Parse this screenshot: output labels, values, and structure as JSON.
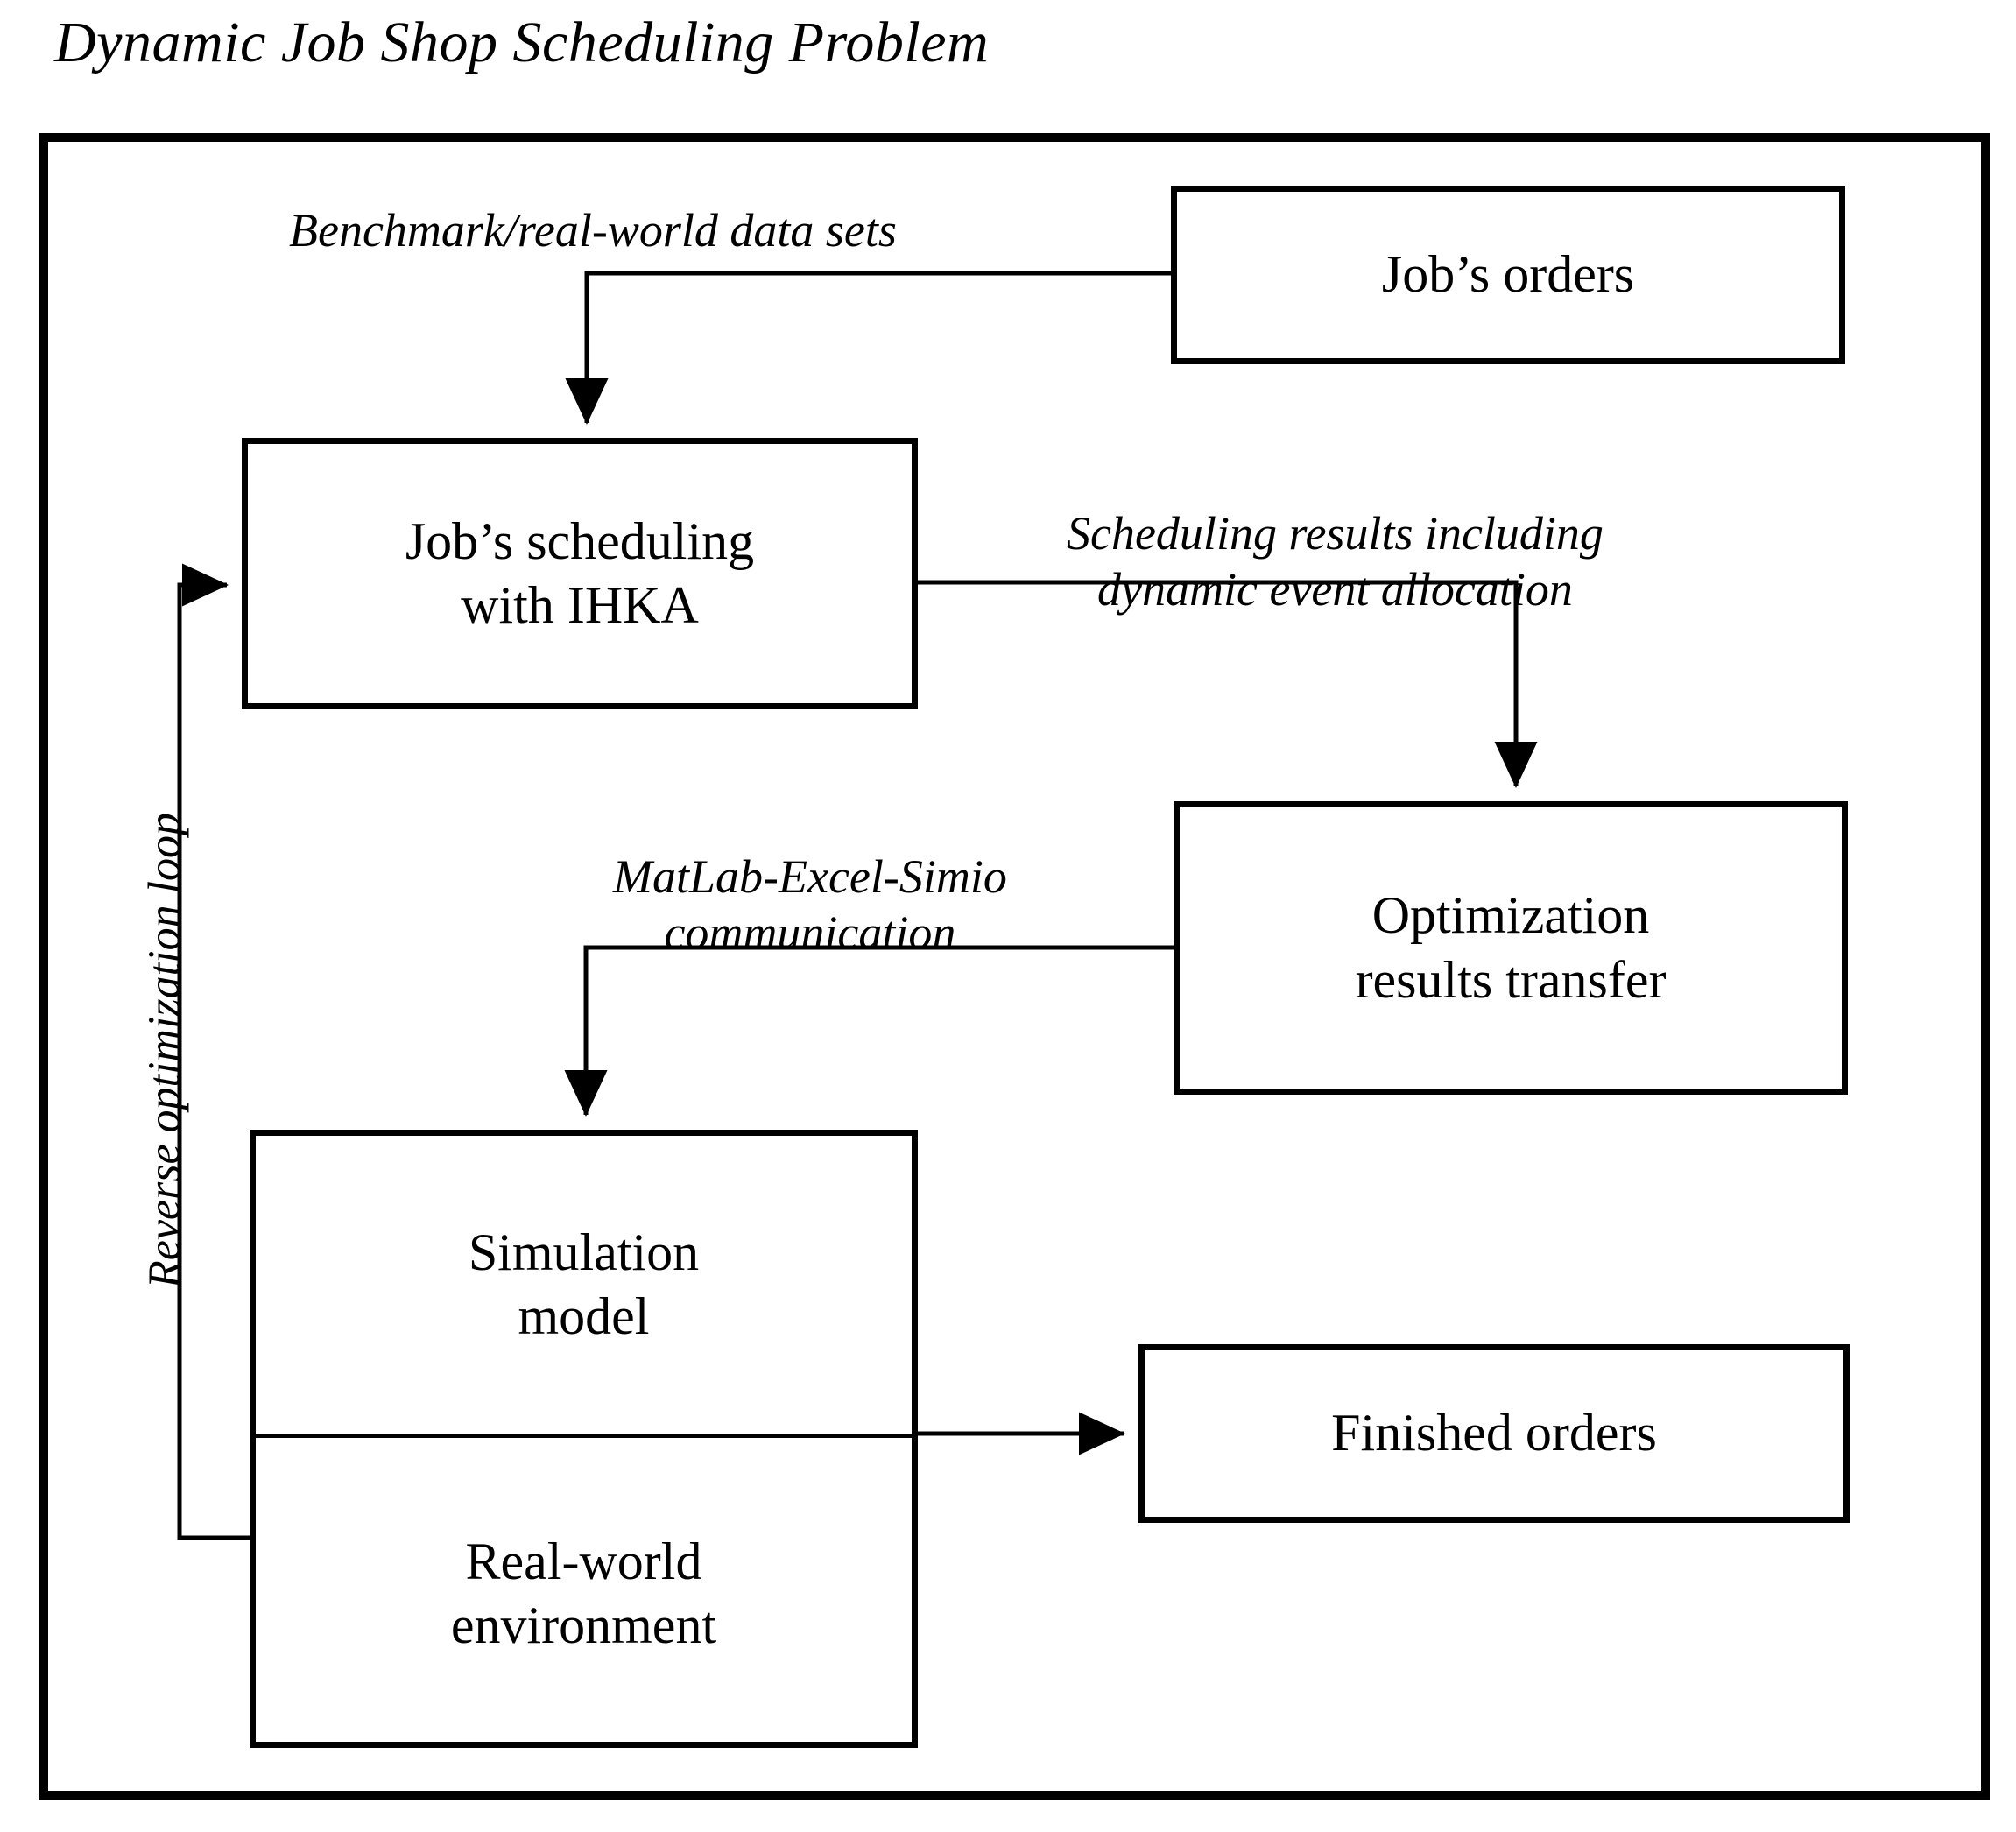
{
  "diagram": {
    "title": "Dynamic Job Shop Scheduling Problem",
    "nodes": {
      "jobs_orders": {
        "label": "Job’s orders"
      },
      "jobs_scheduling": {
        "line1": "Job’s scheduling",
        "line2": "with IHKA"
      },
      "optimization_transfer": {
        "line1": "Optimization",
        "line2": "results transfer"
      },
      "simulation_model": {
        "line1": "Simulation",
        "line2": "model"
      },
      "real_world_environment": {
        "line1": "Real-world",
        "line2": "environment"
      },
      "finished_orders": {
        "label": "Finished orders"
      }
    },
    "edge_labels": {
      "benchmark_data": "Benchmark/real-world data sets",
      "scheduling_results_line1": "Scheduling results including",
      "scheduling_results_line2": "dynamic event allocation",
      "matlab_line1": "MatLab-Excel-Simio",
      "matlab_line2": "communication",
      "reverse_loop": "Reverse optimization loop"
    },
    "colors": {
      "stroke": "#000000",
      "background": "#ffffff"
    }
  }
}
